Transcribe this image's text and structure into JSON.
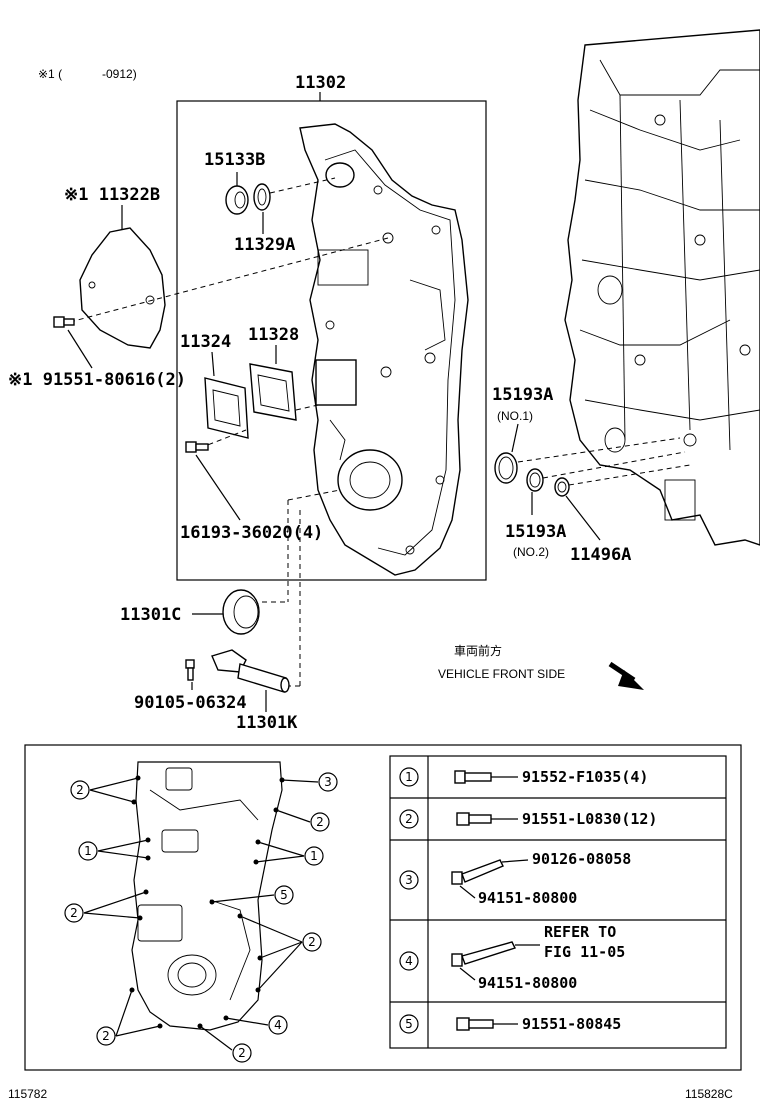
{
  "notes": {
    "mark1": "※1 (",
    "mark1_range": "-0912)"
  },
  "parts": {
    "cover": "11302",
    "p15133B": "15133B",
    "p11329A": "11329A",
    "p11322B": "※1 11322B",
    "p91551_80616": "※1 91551-80616(2)",
    "p11324": "11324",
    "p11328": "11328",
    "p16193": "16193-36020(4)",
    "p15193A_1": "15193A",
    "p15193A_1_sub": "(NO.1)",
    "p15193A_2": "15193A",
    "p15193A_2_sub": "(NO.2)",
    "p11496A": "11496A",
    "p11301C": "11301C",
    "p90105": "90105-06324",
    "p11301K": "11301K"
  },
  "direction": {
    "jp": "車両前方",
    "en": "VEHICLE FRONT SIDE"
  },
  "legend": {
    "rows": [
      {
        "num": "1",
        "parts": [
          "91552-F1035(4)"
        ]
      },
      {
        "num": "2",
        "parts": [
          "91551-L0830(12)"
        ]
      },
      {
        "num": "3",
        "parts": [
          "90126-08058",
          "94151-80800"
        ]
      },
      {
        "num": "4",
        "parts": [
          "REFER TO",
          "FIG 11-05",
          "94151-80800"
        ]
      },
      {
        "num": "5",
        "parts": [
          "91551-80845"
        ]
      }
    ]
  },
  "callouts": {
    "c1": "1",
    "c2": "2",
    "c3": "3",
    "c4": "4",
    "c5": "5"
  },
  "footer": {
    "left": "115782",
    "right": "115828C"
  }
}
